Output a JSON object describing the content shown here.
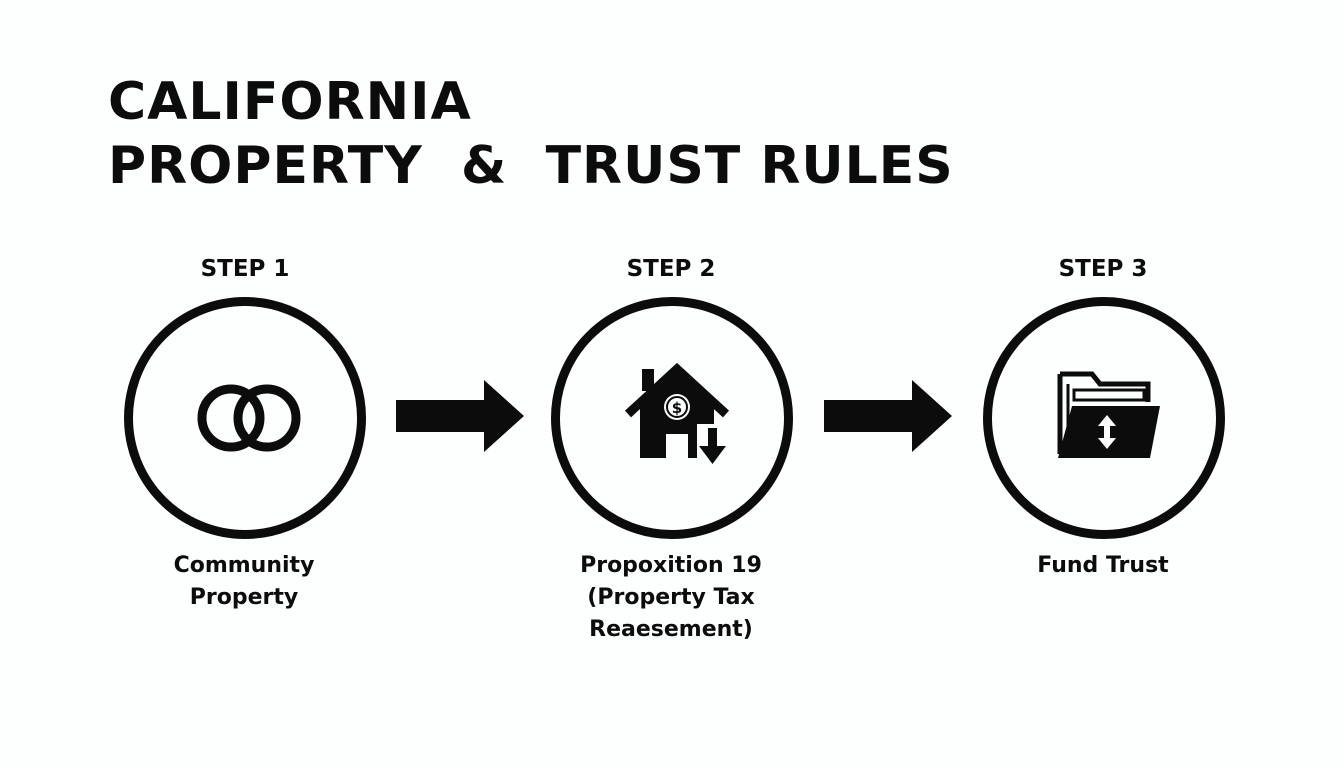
{
  "title": {
    "line1": "CALIFORNIA",
    "line2": "PROPERTY  &  TRUST RULES"
  },
  "steps": [
    {
      "label": "STEP 1",
      "icon": "interlocking-rings-icon",
      "caption": [
        "Community",
        "Property"
      ]
    },
    {
      "label": "STEP 2",
      "icon": "house-dollar-down-arrow-icon",
      "caption": [
        "Propoxition 19",
        "(Property Tax",
        "Reaesement)"
      ]
    },
    {
      "label": "STEP 3",
      "icon": "folder-transfer-icon",
      "caption": [
        "Fund Trust"
      ]
    }
  ],
  "colors": {
    "ink": "#0c0c0c",
    "background": "#fdfefe"
  }
}
